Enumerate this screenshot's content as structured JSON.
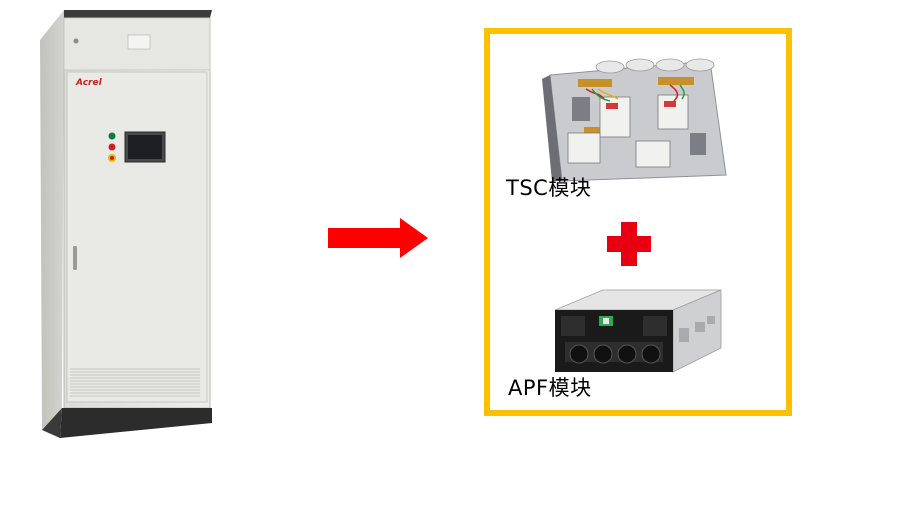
{
  "cabinet": {
    "brand_text": "Acrel"
  },
  "modules": {
    "tsc_label": "TSC模块",
    "apf_label": "APF模块"
  },
  "colors": {
    "frame": "#ffc000",
    "arrow": "#ff0000",
    "plus": "#e60012"
  }
}
